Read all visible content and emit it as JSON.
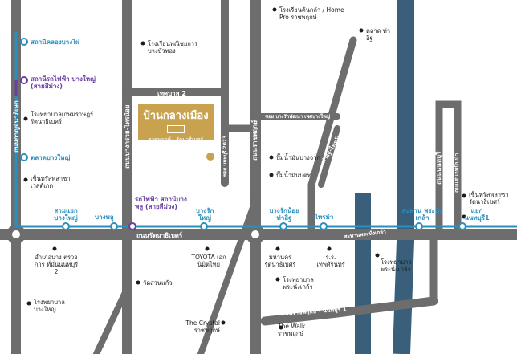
{
  "stations_blue": {
    "khlong_bang_phai": "สถานีคลองบางไผ่",
    "talad_bang_yai": "ตลาดบางใหญ่",
    "sam_yaek_bang_yai": "สามแยก บางใหญ่",
    "bang_phlu": "บางพลู",
    "bang_rak_yai": "บางรัก ใหญ่",
    "bang_rak_noi_tha_it": "บางรักน้อย ท่าอิฐ",
    "sai_ma": "ไทรม้า",
    "saphan_phra_nang_klao": "สะพาน พระนั่งเกล้า",
    "yaek_nonthaburi_1": "แยก นนทบุรี1"
  },
  "stations_purple": {
    "bang_yai_interchange": "สถานีรถไฟฟ้า บางใหญ่ (สายสีม่วง)",
    "bang_phlu_station": "รถไฟฟ้า สถานีบางพลู (สายสีม่วง)"
  },
  "places": {
    "bang_yai_kaew_school": "โรงเรียนพณิชยการ บางบัวทอง",
    "home_pro": "โรงเรียนต้นกล้า / Home Pro ราชพฤกษ์",
    "talad_tha_it": "ตลาด ท่าอิฐ",
    "kasemrad_hospital": "โรงพยาบาลเกษมราษฎร์ รัตนาธิเบศร์",
    "setthabut_school": "เซ็นทรัลพลาซา เวสต์เกต",
    "fuel_ptt_1": "ปั๊มน้ำมันบางจาก",
    "fuel_ptt_2": "ปั๊มน้ำมันปตท.",
    "central_rattanathibet": "เซ็นทรัลพลาซา รัตนาธิเบศร์",
    "amphoe": "อำเภอบาง ตรวจการ ที่มั่นนนทบุรี 2",
    "toyota": "TOYOTA เอกนิมิตไทย",
    "mahanakhon": "มหานคร รัตนาธิเบศร์",
    "rr_thephasit": "ร.ร. เทพศิรินทร์",
    "bang_yai_hospital": "โรงพยาบาล บางใหญ่",
    "wat_suan_kaew": "วัดสวนแก้ว",
    "phra_nang_klao_hospital": "โรงพยาบาล พระนั่งเกล้า",
    "phra_nang_klao_hospital_2": "โรงพยาบาล พระนั่งเกล้า",
    "the_crystal": "The Crystal ราชพฤกษ์",
    "the_walk": "The Walk ราชพฤกษ์"
  },
  "roads": {
    "kanchanaphisek": "ถนนกาญจนาภิเษก",
    "bang_kruai_sai_noi": "ถนนบางกรวย-ไทรน้อย",
    "thetsaban_2": "เทศบาล 2",
    "soi_2023": "ซอย นนทบุรี 2023",
    "ratchaphruek": "ถนนราชพฤกษ์",
    "soi_nonthaburi": "ซอย บางรักพัฒนา เพศบางใหญ่",
    "tha_it_sai_ma": "ท่าอิฐ-ไทรม้า",
    "chao_phraya": "แม่น้ำเจ้าพระยา",
    "nonthaburi_road": "ถนนนนทบุรี",
    "sanambinnam": "ถนนสนามบินน้ำ",
    "rattanathibet": "ถนนรัตนาธิเบศร์",
    "bridge": "สะพานพระนั่งเกล้า",
    "ratchaphruek_nonthaburi1": "ถนนราชพฤกษ์ - นนทบุรี 1"
  },
  "project": {
    "name": "บ้านกลางเมือง",
    "subtitle": "ราชพฤกษ์ - รัตนาธิเบศร์"
  },
  "colors": {
    "road": "#6d6d6d",
    "river": "#3a5f7a",
    "blue_line": "#2a8fbd",
    "purple_line": "#6a3fa0",
    "project": "#c8a24e"
  }
}
